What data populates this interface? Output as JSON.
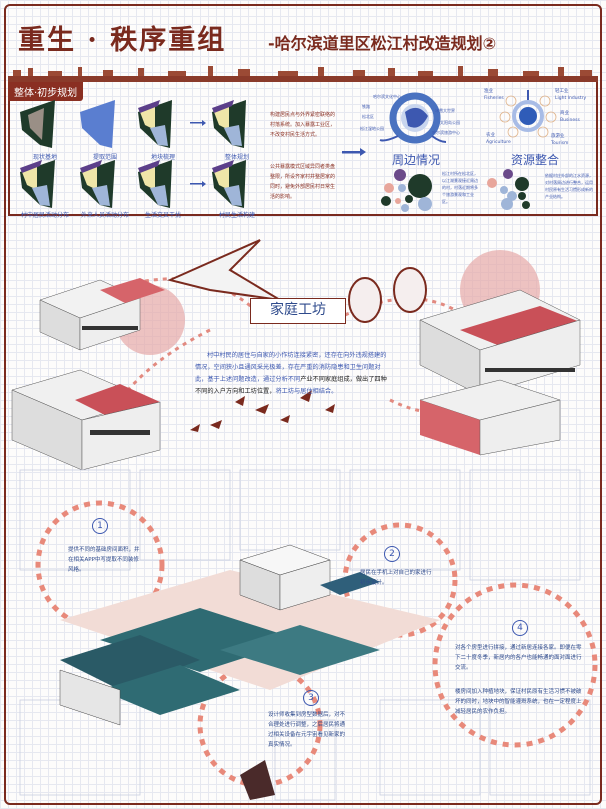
{
  "title": {
    "main": "重生 · 秩序重组",
    "sub": "-哈尔滨道里区松江村改造规划②"
  },
  "section1": {
    "header": "整体·初步规划",
    "maps_row1": [
      "现状基地",
      "提取范围",
      "地块梳理",
      "整体规划"
    ],
    "maps_row2": [
      "村中居民活动分布",
      "外来人员活动分布",
      "生活交叉干扰",
      "村民生活构建"
    ],
    "note1": "构建居民点与外界紧密联络的村落系统。加入暴露工业区，不改变村民生活方式。",
    "note2": "公共暴露模式区域异同者类盘整限，所设齐家村并整居家的同时，避免外部居民村日常生活的影响。",
    "surroundings": {
      "title": "周边情况",
      "labels": [
        "哈尔滨文化中心",
        "铁路",
        "冰雪大世界",
        "松北区",
        "松江湿地公园",
        "哈尔滨旅游中心",
        "太阳岛公园"
      ],
      "text": "松江村所在松北区，以江湖景观接近周边的村，村落近期将多个旅游景观和工业区。"
    },
    "resources": {
      "title": "资源整合",
      "items": [
        {
          "zh": "渔业",
          "en": "Fisheries"
        },
        {
          "zh": "轻工业",
          "en": "Light Industry"
        },
        {
          "zh": "商业",
          "en": "Business"
        },
        {
          "zh": "农业",
          "en": "Agriculture"
        },
        {
          "zh": "旅游业",
          "en": "Tourism"
        }
      ],
      "text": "依据村庄外部的江水资源，对村落周边进行整合，运用村民原有生活习惯形成新的产业结构。"
    }
  },
  "section2": {
    "title": "家庭工坊",
    "para_a": "村中村民的居住与自家的小作坊连接紧密，还存在向外违规搭建的情况，空间狭小且通风采光极差，存在严重的消防隐患和卫生问题对此，基于上述问题改造，通过分析不同",
    "para_b": "产业不同家庭组成，做出了四种不同的入户方向和工坊位置，",
    "para_c": "将工坊与居住相结合。"
  },
  "section3": {
    "steps": [
      {
        "num": "1",
        "text": "提供不同的基础房间面积，并在相关APP中写提取不同装修风格。"
      },
      {
        "num": "2",
        "text": "居民在手机上对自己的家进行初步设计。"
      },
      {
        "num": "3",
        "text": "设计师收集到房型数据后，对不合理处进行调整，之后居民将通过相关设备在元宇宙看见新家的真实情况。"
      },
      {
        "num": "4",
        "text": "对各个房型进行拼接，通过新居连接各家。即便在零下二十度冬季，新居内的各户也能畅通的面对面进行交流。"
      }
    ],
    "extra": "楼房间加入种植地块，保证村民原有生活习惯不被破坏的同时，地块中的智能灌溉系统，也在一定程度上减轻居民的农作负担。"
  },
  "colors": {
    "maroon": "#7a2a1e",
    "blue": "#3d58b0",
    "pink": "#e8a69b",
    "teal": "#2f6b73"
  }
}
